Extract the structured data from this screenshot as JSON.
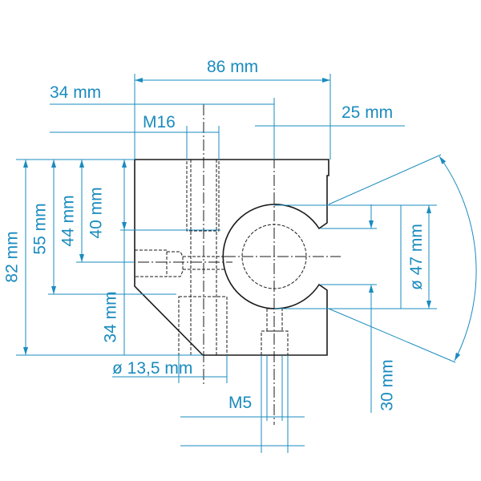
{
  "dimensions": {
    "width_total": "86 mm",
    "left_to_hole": "34 mm",
    "thread_top": "M16",
    "right_offset": "25 mm",
    "height_total": "82 mm",
    "height_55": "55 mm",
    "height_44": "44 mm",
    "height_40": "40 mm",
    "height_34": "34 mm",
    "counterbore_diameter": "ø 13,5 mm",
    "thread_bottom": "M5",
    "bore_diameter": "ø 47 mm",
    "slot_width": "30 mm"
  },
  "colors": {
    "dimension": "#1a8bbf",
    "outline": "#1a1a1a"
  }
}
